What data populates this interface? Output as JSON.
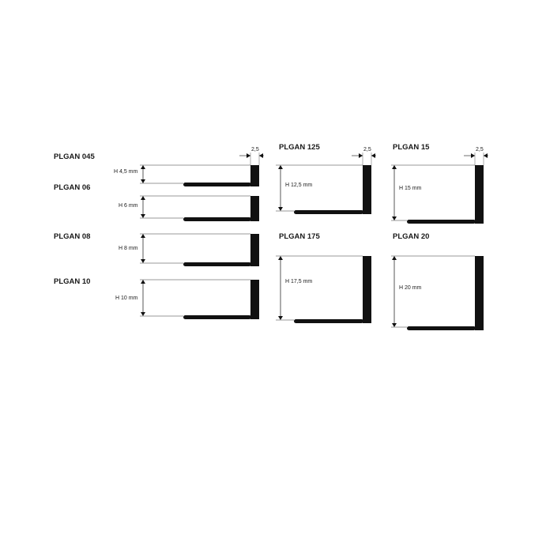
{
  "colors": {
    "profile": "#111111",
    "dim_line": "#777777",
    "arrow": "#111111",
    "text": "#1a1a1a"
  },
  "profiles": [
    {
      "id": "plgan-045",
      "title": "PLGAN 045",
      "h_label": "H 4,5 mm",
      "w_label": "2,5",
      "show_w": true,
      "height_mm": 4.5
    },
    {
      "id": "plgan-06",
      "title": "PLGAN 06",
      "h_label": "H 6 mm",
      "w_label": "",
      "show_w": false,
      "height_mm": 6
    },
    {
      "id": "plgan-08",
      "title": "PLGAN 08",
      "h_label": "H 8 mm",
      "w_label": "",
      "show_w": false,
      "height_mm": 8
    },
    {
      "id": "plgan-10",
      "title": "PLGAN 10",
      "h_label": "H 10 mm",
      "w_label": "",
      "show_w": false,
      "height_mm": 10
    },
    {
      "id": "plgan-125",
      "title": "PLGAN 125",
      "h_label": "H 12,5 mm",
      "w_label": "2,5",
      "show_w": true,
      "height_mm": 12.5
    },
    {
      "id": "plgan-175",
      "title": "PLGAN 175",
      "h_label": "H 17,5 mm",
      "w_label": "",
      "show_w": false,
      "height_mm": 17.5
    },
    {
      "id": "plgan-15",
      "title": "PLGAN 15",
      "h_label": "H 15 mm",
      "w_label": "2,5",
      "show_w": true,
      "height_mm": 15
    },
    {
      "id": "plgan-20",
      "title": "PLGAN 20",
      "h_label": "H 20 mm",
      "w_label": "",
      "show_w": false,
      "height_mm": 20
    }
  ]
}
